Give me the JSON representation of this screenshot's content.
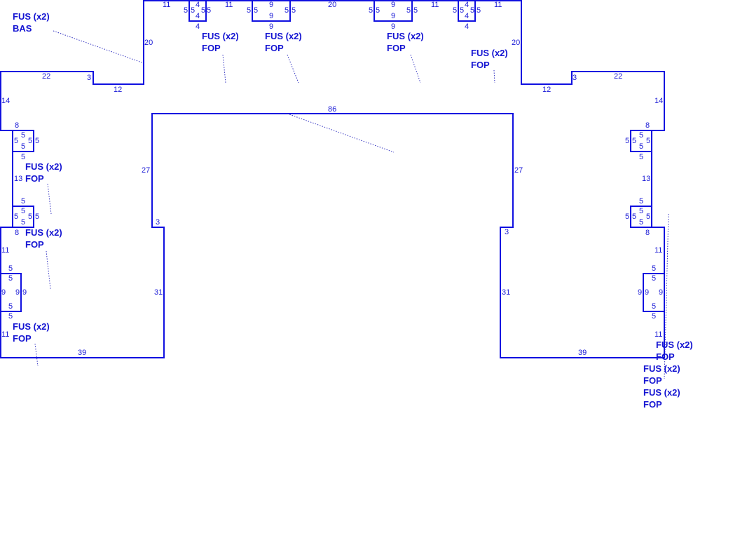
{
  "colors": {
    "outline": "#1010e0",
    "text": "#1414d2"
  },
  "dims": [
    "11",
    "5",
    "5",
    "4",
    "4",
    "5",
    "5",
    "4",
    "11",
    "5",
    "5",
    "9",
    "9",
    "5",
    "5",
    "9",
    "20",
    "5",
    "5",
    "9",
    "9",
    "5",
    "5",
    "9",
    "11",
    "5",
    "5",
    "4",
    "4",
    "5",
    "5",
    "4",
    "11",
    "20",
    "20",
    "22",
    "3",
    "12",
    "3",
    "22",
    "12",
    "14",
    "14",
    "86",
    "27",
    "27",
    "3",
    "3",
    "31",
    "31",
    "39",
    "39",
    "8",
    "5",
    "5",
    "5",
    "5",
    "5",
    "5",
    "13",
    "5",
    "5",
    "5",
    "5",
    "5",
    "5",
    "8",
    "11",
    "5",
    "5",
    "9",
    "9",
    "9",
    "5",
    "5",
    "11",
    "8",
    "5",
    "5",
    "5",
    "5",
    "5",
    "5",
    "13",
    "5",
    "5",
    "5",
    "5",
    "5",
    "5",
    "8",
    "11",
    "5",
    "5",
    "9",
    "9",
    "9",
    "5",
    "5",
    "11"
  ],
  "callouts": [
    {
      "l1": "FUS (x2)",
      "l2": "BAS"
    },
    {
      "l1": "FUS (x2)",
      "l2": "FOP"
    },
    {
      "l1": "FUS (x2)",
      "l2": "FOP"
    },
    {
      "l1": "FUS (x2)",
      "l2": "FOP"
    },
    {
      "l1": "FUS (x2)",
      "l2": "FOP"
    },
    {
      "l1": "FUS (x2)",
      "l2": "FOP"
    },
    {
      "l1": "FUS (x2)",
      "l2": "FOP"
    },
    {
      "l1": "FUS (x2)",
      "l2": "FOP"
    },
    {
      "l1": "FUS (x2)",
      "l2": "FOP"
    },
    {
      "l1": "FUS (x2)",
      "l2": "FOP"
    },
    {
      "l1": "FUS (x2)",
      "l2": "FOP"
    }
  ]
}
